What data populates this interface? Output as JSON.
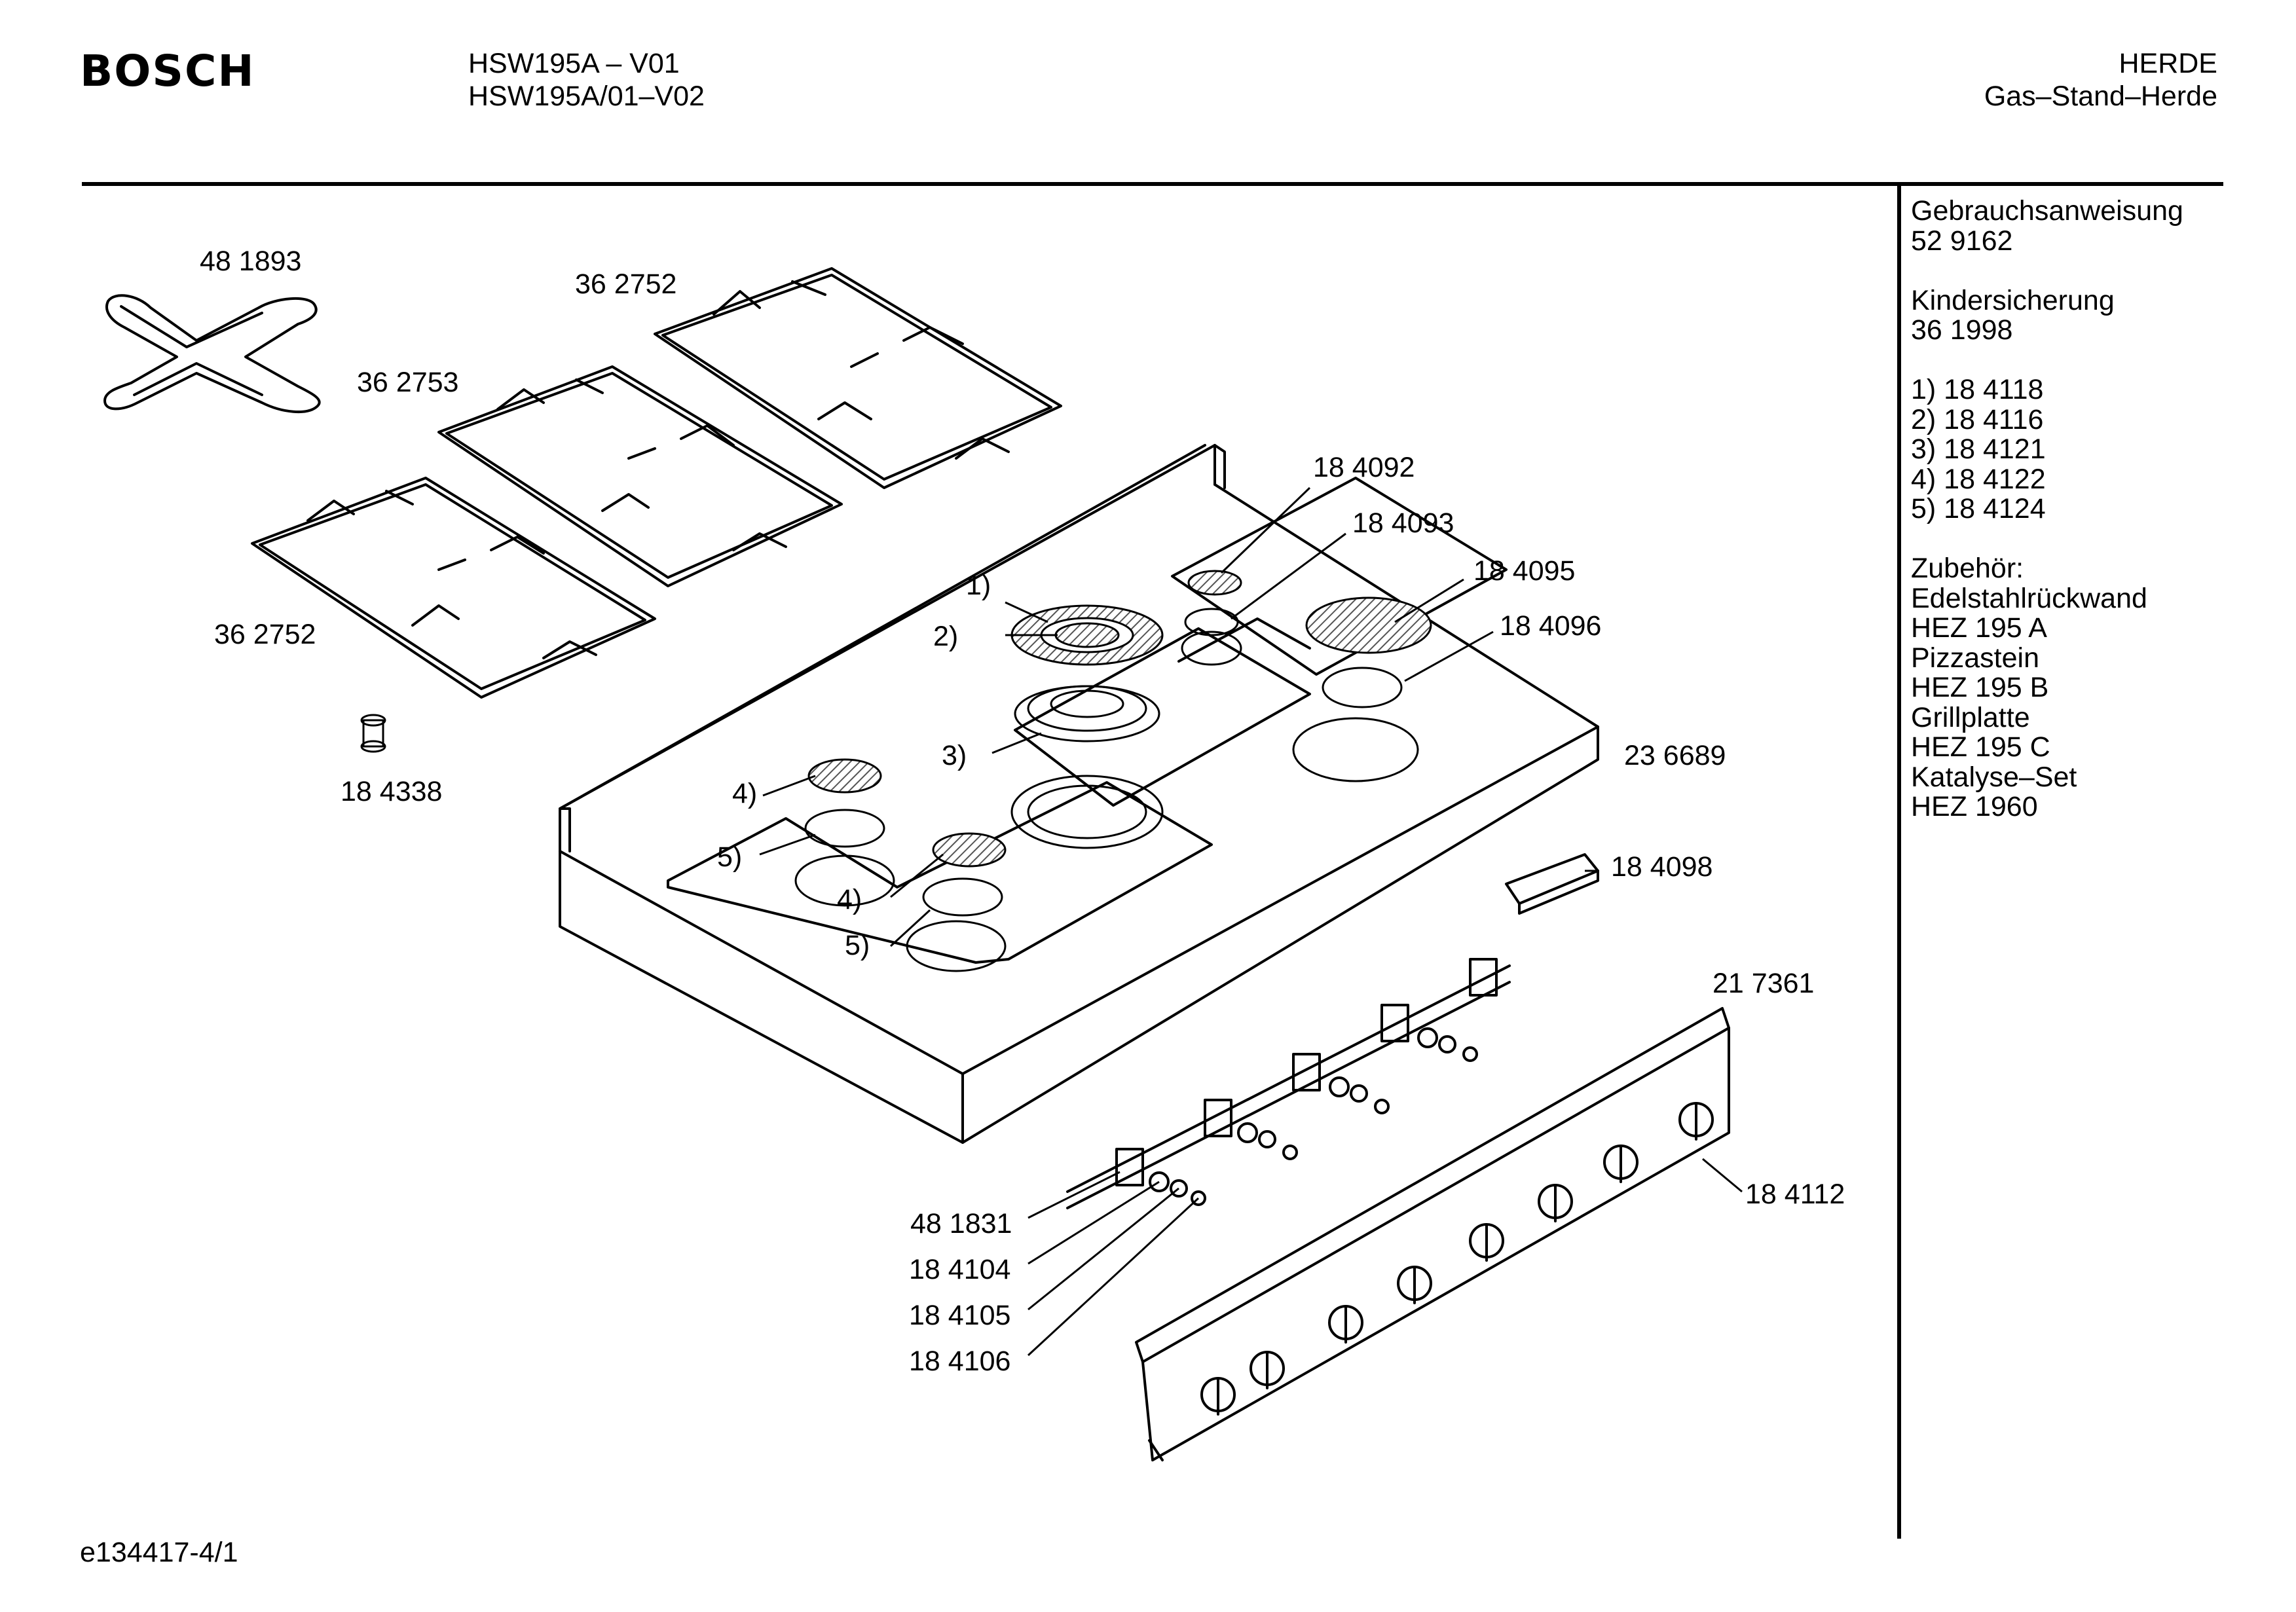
{
  "header": {
    "brand": "BOSCH",
    "model_line_1": "HSW195A – V01",
    "model_line_2": "HSW195A/01–V02",
    "category": "HERDE",
    "subcategory": "Gas–Stand–Herde"
  },
  "sidebar": {
    "lines": [
      "Gebrauchsanweisung",
      "52 9162",
      "",
      "Kindersicherung",
      "36 1998",
      "",
      "1) 18 4118",
      "2) 18 4116",
      "3) 18 4121",
      "4) 18 4122",
      "5) 18 4124",
      "",
      "Zubehör:",
      "Edelstahlrückwand",
      "HEZ 195 A",
      "Pizzastein",
      "HEZ 195 B",
      "Grillplatte",
      "HEZ 195 C",
      "Katalyse–Set",
      "HEZ 1960"
    ]
  },
  "labels": {
    "grid_cross": "48 1893",
    "grid_back_right": "36 2752",
    "grid_middle": "36 2753",
    "grid_front_left": "36 2752",
    "foot": "18 4338",
    "p18_4092": "18 4092",
    "p18_4093": "18 4093",
    "p18_4095": "18 4095",
    "p18_4096": "18 4096",
    "hob": "23 6689",
    "clip": "18 4098",
    "panel": "21 7361",
    "knob": "18 4112",
    "p48_1831": "48 1831",
    "p18_4104": "18 4104",
    "p18_4105": "18 4105",
    "p18_4106": "18 4106",
    "m1": "1)",
    "m2": "2)",
    "m3": "3)",
    "m4a": "4)",
    "m5a": "5)",
    "m4b": "4)",
    "m5b": "5)"
  },
  "footer": {
    "drawing_id": "e134417-4/1"
  }
}
